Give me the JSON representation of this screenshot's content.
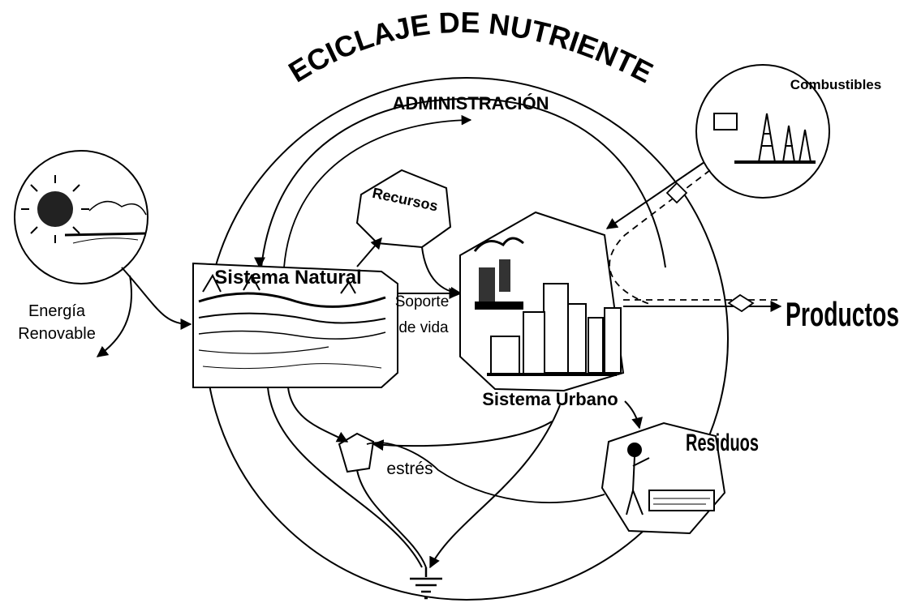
{
  "title": "RECICLAJE DE NUTRIENTES",
  "labels": {
    "administracion": "ADMINISTRACIÓN",
    "combustibles": "Combustibles",
    "recursos": "Recursos",
    "energia_line1": "Energía",
    "energia_line2": "Renovable",
    "sistema_natural": "Sistema Natural",
    "soporte_line1": "Soporte",
    "soporte_line2": "de vida",
    "productos": "Productos",
    "sistema_urbano": "Sistema Urbano",
    "residuos": "Residuos",
    "estres": "estrés"
  },
  "colors": {
    "ink": "#000000",
    "background": "#ffffff"
  }
}
